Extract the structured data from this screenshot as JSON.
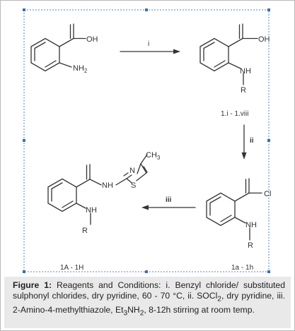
{
  "figure": {
    "atoms": {
      "oh": "OH",
      "nh2": "NH",
      "nh2_sub": "2",
      "nh": "NH",
      "r": "R",
      "cl": "Cl",
      "n": "N",
      "s": "S",
      "ch3": "CH",
      "ch3_sub": "3"
    },
    "steps": {
      "step1": "i",
      "step2": "ii",
      "step3": "iii"
    },
    "compound_labels": {
      "intermediate_1": "1.i - 1.viii",
      "acid_chloride": "1a - 1h",
      "product": "1A - 1H"
    },
    "caption": {
      "label": "Figure 1:",
      "line1": " Reagents and Conditions: i. Benzyl chloride/ substituted sulphonyl chlorides, dry pyridine, 60 - 70 °C, ii. SOCl",
      "socl_sub": "2",
      "line2": ", dry pyridine, iii. 2-Amino-4-methylthiazole, Et",
      "et_sub": "3",
      "line3": "NH",
      "nh_sub": "2",
      "line4": ", 8-12h stirring at room temp."
    }
  }
}
